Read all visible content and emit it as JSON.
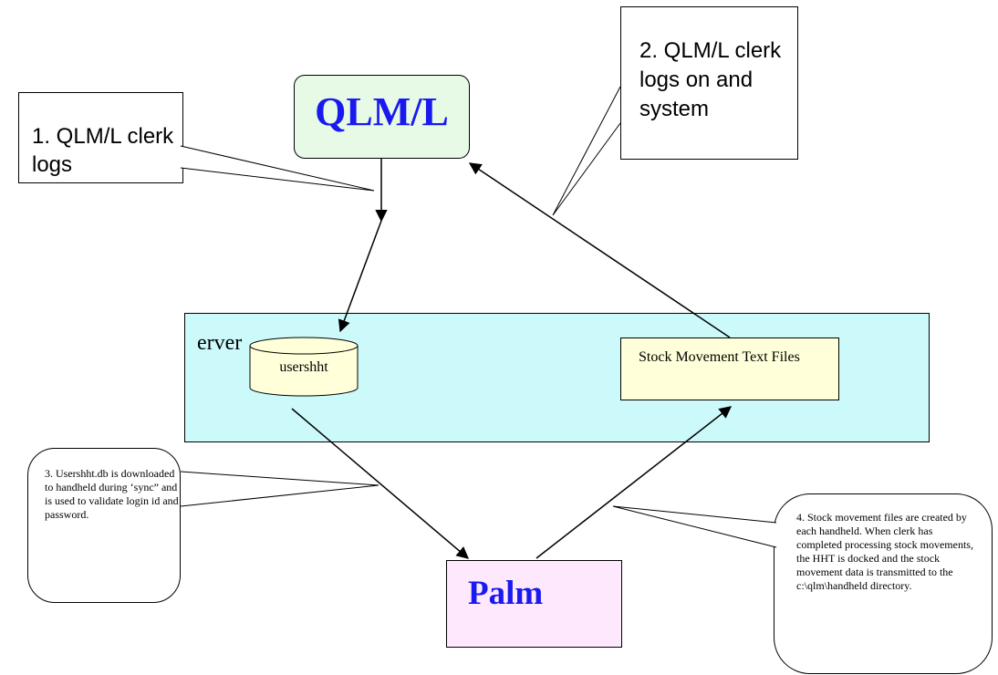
{
  "nodes": {
    "qlm": {
      "label": "QLM/L"
    },
    "server": {
      "label": "erver"
    },
    "cylinder": {
      "label": "usershht"
    },
    "stock": {
      "label": "Stock Movement Text Files"
    },
    "palm": {
      "label": "Palm"
    }
  },
  "callouts": {
    "c1": {
      "text": "1.  QLM/L clerk logs"
    },
    "c2": {
      "text": "2.  QLM/L clerk logs on and system"
    },
    "c3": {
      "text": "3.  Usershht.db is downloaded to handheld during ‘sync” and is used to validate login id and password."
    },
    "c4": {
      "text": "4.  Stock movement files  are created by each handheld. When clerk has completed processing stock movements, the HHT is docked and the stock movement data is transmitted to the c:\\qlm\\handheld directory."
    }
  },
  "colors": {
    "qlm_fill": "#e6fae6",
    "server_fill": "#ccfafa",
    "stock_fill": "#ffffd9",
    "palm_fill": "#fde8fd",
    "title_blue": "#1a1af0"
  }
}
